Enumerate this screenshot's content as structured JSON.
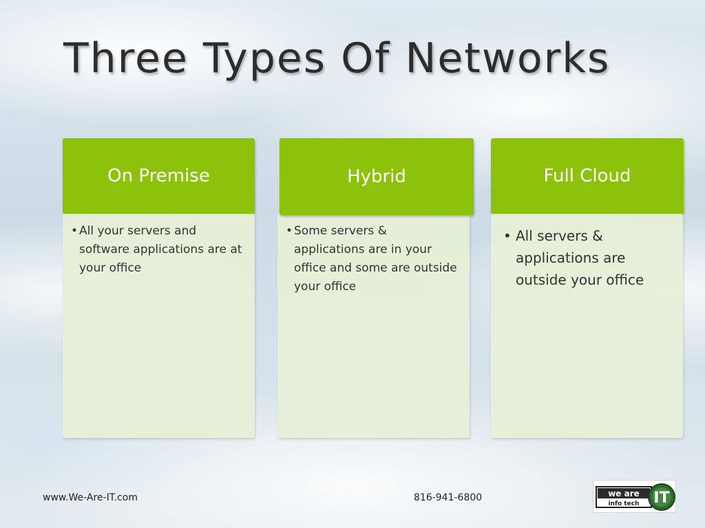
{
  "slide": {
    "title": "Three Types Of Networks"
  },
  "columns": [
    {
      "header": "On Premise",
      "bullet": "All your servers and software applications are at your office"
    },
    {
      "header": "Hybrid",
      "bullet": "Some servers & applications are in your office and some are outside your office"
    },
    {
      "header": "Full Cloud",
      "bullet": "All servers & applications are outside your office"
    }
  ],
  "footer": {
    "website": "www.We-Are-IT.com",
    "phone": "816-941-6800"
  },
  "logo": {
    "line1": "we are",
    "line2": "info tech",
    "mark": "IT"
  },
  "colors": {
    "header_green": "#8cc20a",
    "body_green": "#e6f0d7",
    "logo_dark_green": "#2e6b2c"
  },
  "icons": {
    "bullet": "bullet-dot"
  }
}
